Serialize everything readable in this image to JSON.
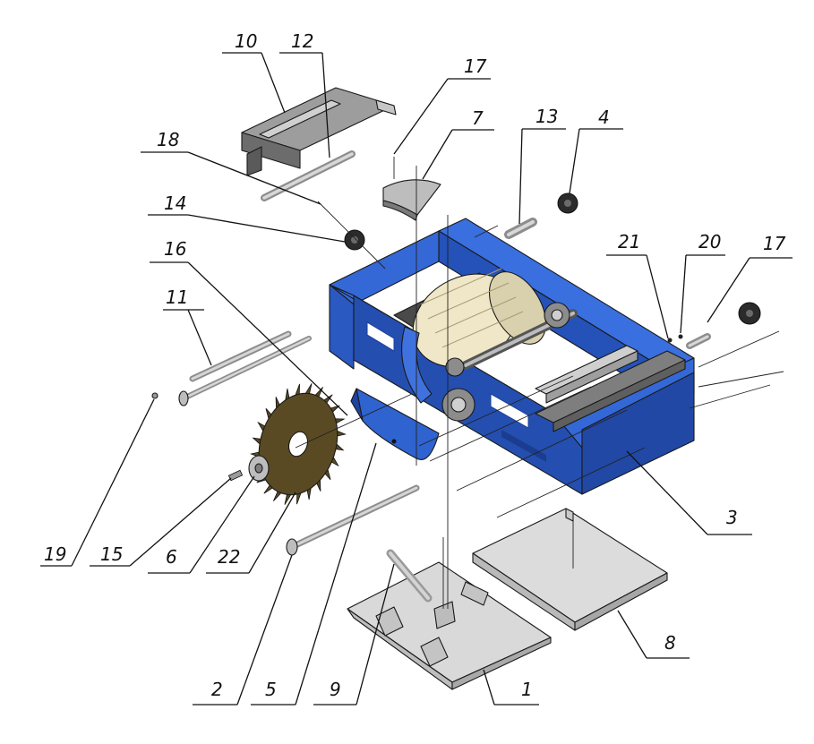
{
  "drawing": {
    "colors": {
      "frame": "#2f63cf",
      "frame_dark": "#1e43a0",
      "motor_body": "#efe7c7",
      "blade": "#5a4a24",
      "steel": "#c9c9c9",
      "plate": "#d7d7d7",
      "knob": "#2b2b2b",
      "line": "#111111"
    },
    "callouts": [
      {
        "id": "c10",
        "text": "10"
      },
      {
        "id": "c12",
        "text": "12"
      },
      {
        "id": "c17a",
        "text": "17"
      },
      {
        "id": "c7",
        "text": "7"
      },
      {
        "id": "c13",
        "text": "13"
      },
      {
        "id": "c4",
        "text": "4"
      },
      {
        "id": "c18",
        "text": "18"
      },
      {
        "id": "c14",
        "text": "14"
      },
      {
        "id": "c16",
        "text": "16"
      },
      {
        "id": "c21",
        "text": "21"
      },
      {
        "id": "c20",
        "text": "20"
      },
      {
        "id": "c17b",
        "text": "17"
      },
      {
        "id": "c11",
        "text": "11"
      },
      {
        "id": "c3",
        "text": "3"
      },
      {
        "id": "c19",
        "text": "19"
      },
      {
        "id": "c15",
        "text": "15"
      },
      {
        "id": "c6",
        "text": "6"
      },
      {
        "id": "c22",
        "text": "22"
      },
      {
        "id": "c8",
        "text": "8"
      },
      {
        "id": "c2",
        "text": "2"
      },
      {
        "id": "c5",
        "text": "5"
      },
      {
        "id": "c9",
        "text": "9"
      },
      {
        "id": "c1",
        "text": "1"
      }
    ]
  }
}
